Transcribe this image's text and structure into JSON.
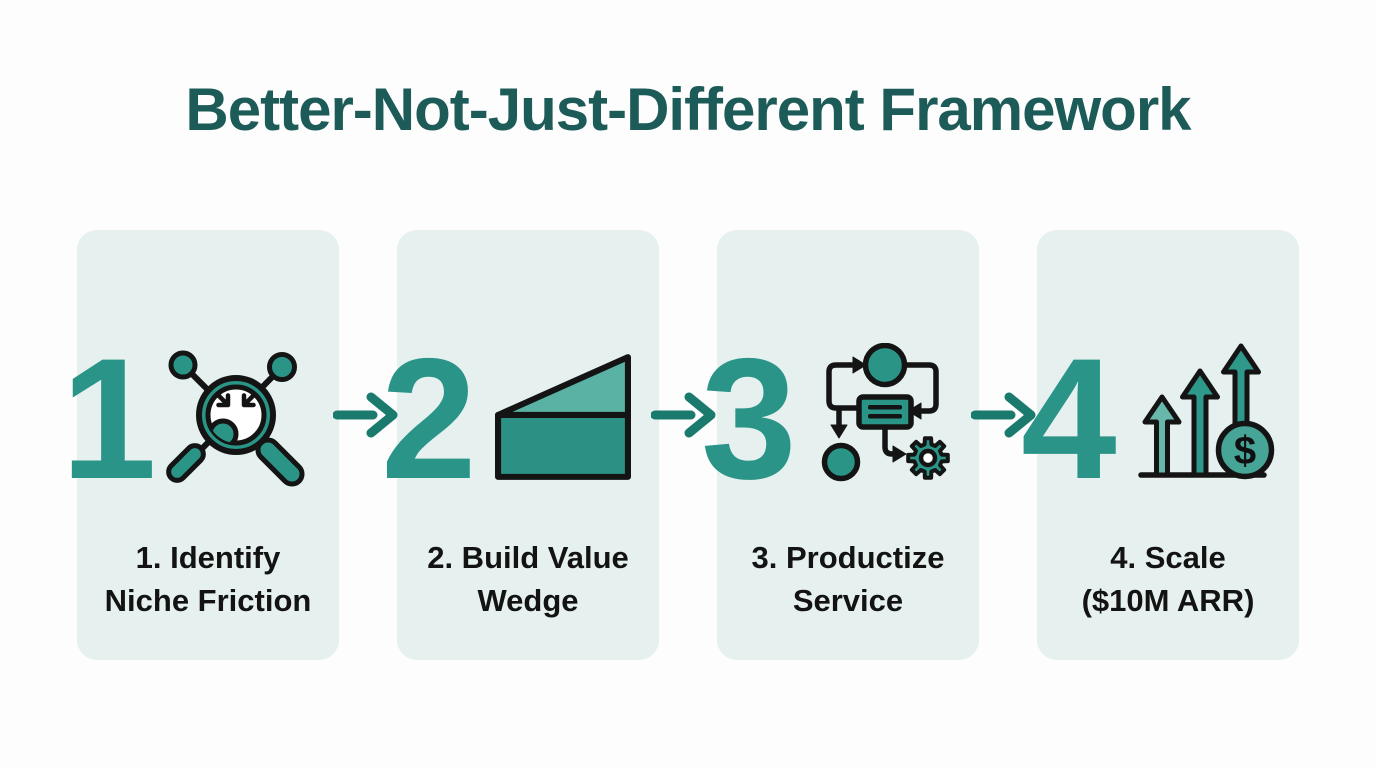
{
  "title": {
    "text": "Better-Not-Just-Different Framework"
  },
  "steps": [
    {
      "number": "1",
      "icon": "magnifier-converging-arrows-icon",
      "label": [
        "1. Identify",
        "Niche Friction"
      ]
    },
    {
      "number": "2",
      "icon": "value-wedge-icon",
      "label": [
        "2. Build Value",
        "Wedge"
      ]
    },
    {
      "number": "3",
      "icon": "workflow-gear-icon",
      "label": [
        "3. Productize",
        "Service"
      ]
    },
    {
      "number": "4",
      "icon": "growth-arrows-dollar-icon",
      "label": [
        "4. Scale",
        "($10M ARR)"
      ]
    }
  ],
  "connector": {
    "symbol": "→",
    "count": 3
  },
  "colors": {
    "page_bg": "#fdfdfd",
    "card_bg": "#e5f0ef",
    "title": "#1d5b58",
    "step_number": "#2a9488",
    "label": "#131313",
    "icon_teal": "#2a9487",
    "icon_teal_light": "#5fb3a5",
    "icon_outline": "#141414",
    "connector_arrow": "#1b7a6e"
  }
}
